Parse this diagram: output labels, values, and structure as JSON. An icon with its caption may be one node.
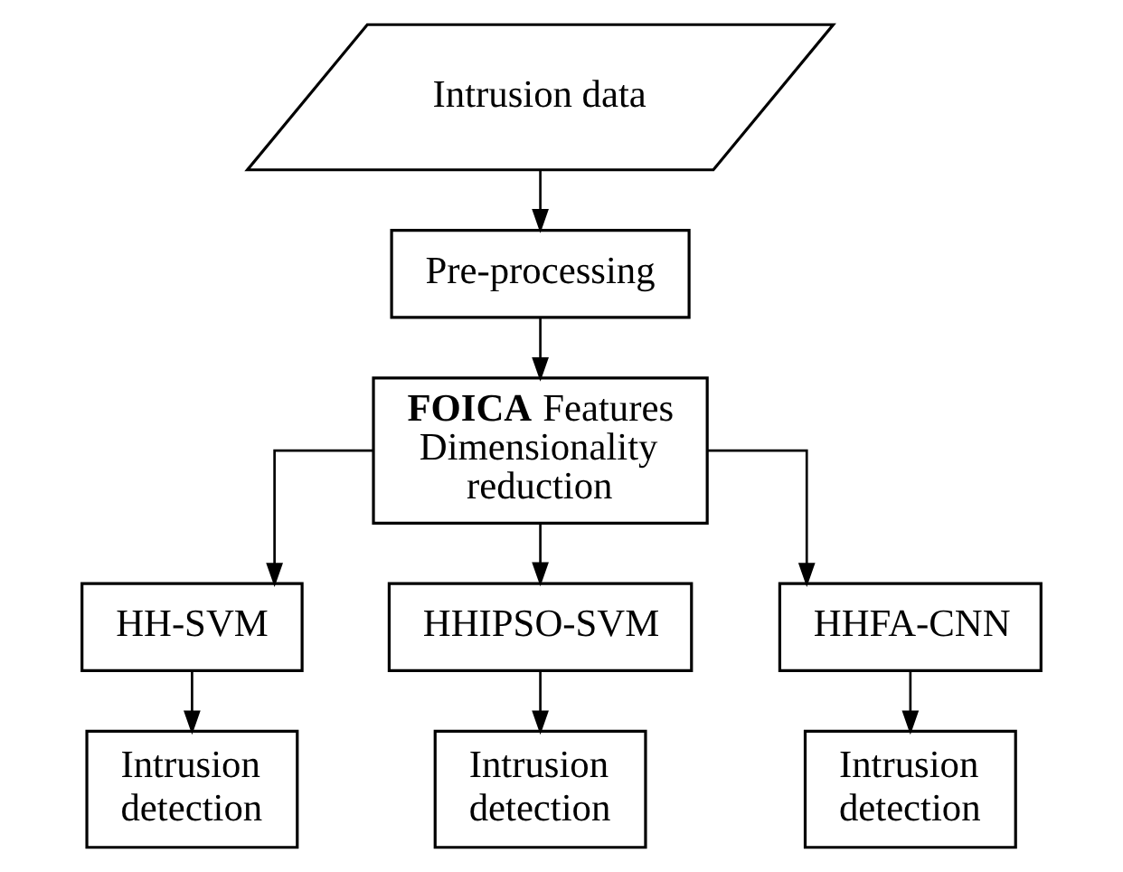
{
  "diagram": {
    "nodes": [
      {
        "text": [
          "Intrusion data"
        ]
      },
      {
        "text": [
          "Pre-processing"
        ]
      },
      {
        "text": [
          "**FOICA** Features Dimensionality reduction"
        ]
      },
      {
        "text": [
          "HH-SVM"
        ]
      },
      {
        "text": [
          "HHIPSO-SVM"
        ]
      },
      {
        "text": [
          "HHFA-CNN"
        ]
      },
      {
        "text": [
          "Intrusion detection"
        ]
      },
      {
        "text": [
          "Intrusion detection"
        ]
      },
      {
        "text": [
          "Intrusion detection"
        ]
      }
    ],
    "edges": [
      {
        "from": 0,
        "to": 1,
        "arrow": "to"
      },
      {
        "from": 1,
        "to": 2,
        "arrow": "to"
      },
      {
        "from": 2,
        "to": 3,
        "arrow": "to"
      },
      {
        "from": 2,
        "to": 4,
        "arrow": "to"
      },
      {
        "from": 2,
        "to": 5,
        "arrow": "to"
      },
      {
        "from": 3,
        "to": 6,
        "arrow": "to"
      },
      {
        "from": 4,
        "to": 7,
        "arrow": "to"
      },
      {
        "from": 5,
        "to": 8,
        "arrow": "to"
      }
    ]
  }
}
